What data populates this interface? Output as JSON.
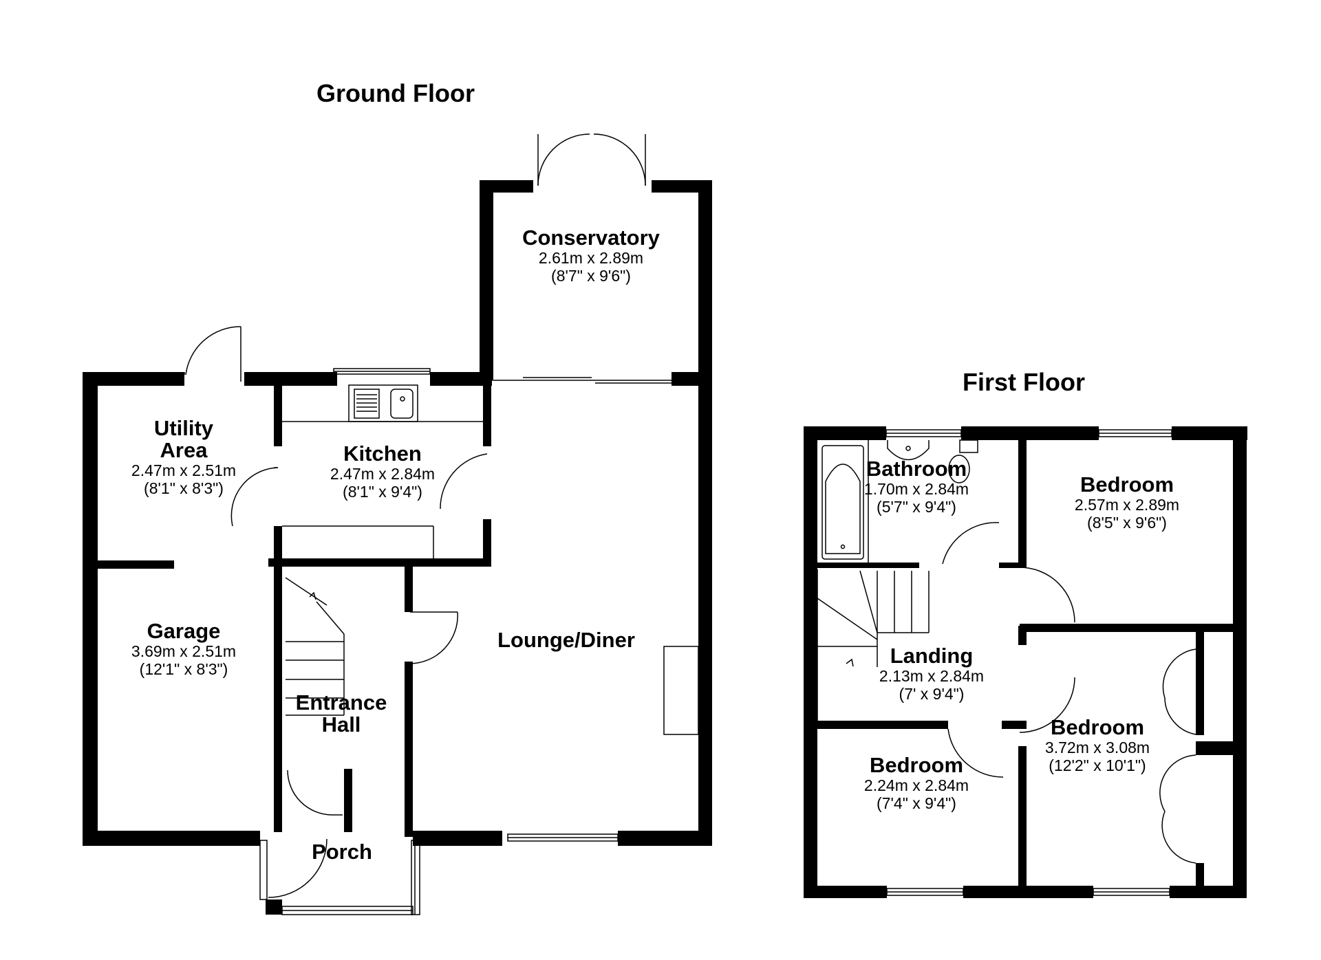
{
  "floors": {
    "ground": {
      "title": "Ground Floor",
      "rooms": {
        "conservatory": {
          "name": "Conservatory",
          "metric": "2.61m x 2.89m",
          "imperial": "(8'7\" x 9'6\")"
        },
        "utility": {
          "name": "Utility\nArea",
          "metric": "2.47m x 2.51m",
          "imperial": "(8'1\" x 8'3\")"
        },
        "kitchen": {
          "name": "Kitchen",
          "metric": "2.47m x 2.84m",
          "imperial": "(8'1\" x 9'4\")"
        },
        "lounge": {
          "name": "Lounge/Diner"
        },
        "garage": {
          "name": "Garage",
          "metric": "3.69m x 2.51m",
          "imperial": "(12'1\" x 8'3\")"
        },
        "hall": {
          "name": "Entrance\nHall"
        },
        "porch": {
          "name": "Porch"
        }
      }
    },
    "first": {
      "title": "First Floor",
      "rooms": {
        "bathroom": {
          "name": "Bathroom",
          "metric": "1.70m x 2.84m",
          "imperial": "(5'7\" x 9'4\")"
        },
        "bedroom_rear": {
          "name": "Bedroom",
          "metric": "2.57m x 2.89m",
          "imperial": "(8'5\" x 9'6\")"
        },
        "landing": {
          "name": "Landing",
          "metric": "2.13m x 2.84m",
          "imperial": "(7' x 9'4\")"
        },
        "bedroom_front_right": {
          "name": "Bedroom",
          "metric": "3.72m x 3.08m",
          "imperial": "(12'2\" x 10'1\")"
        },
        "bedroom_front_left": {
          "name": "Bedroom",
          "metric": "2.24m x 2.84m",
          "imperial": "(7'4\" x 9'4\")"
        }
      }
    }
  },
  "colors": {
    "wall": "#000000",
    "background": "#ffffff",
    "fixture": "#777777"
  }
}
